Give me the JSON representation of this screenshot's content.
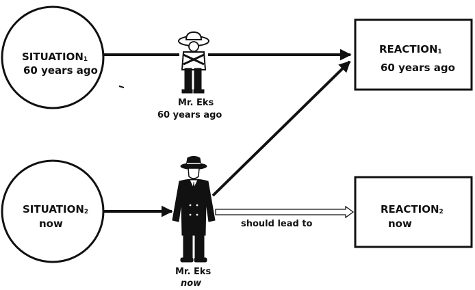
{
  "situation_past": {
    "title": "SITUATION",
    "subscript": "1",
    "detail": "60 years ago"
  },
  "situation_now": {
    "title": "SITUATION",
    "subscript": "2",
    "detail": "now"
  },
  "reaction_past": {
    "title": "REACTION",
    "subscript": "1",
    "detail": "60 years ago"
  },
  "reaction_now": {
    "title": "REACTION",
    "subscript": "2",
    "detail": "now"
  },
  "figure_past": {
    "name": "Mr. Eks",
    "caption": "60 years ago"
  },
  "figure_now": {
    "name": "Mr. Eks",
    "caption": "now"
  },
  "arrow_label": "should lead to",
  "colors": {
    "ink": "#111111",
    "background": "#ffffff"
  }
}
